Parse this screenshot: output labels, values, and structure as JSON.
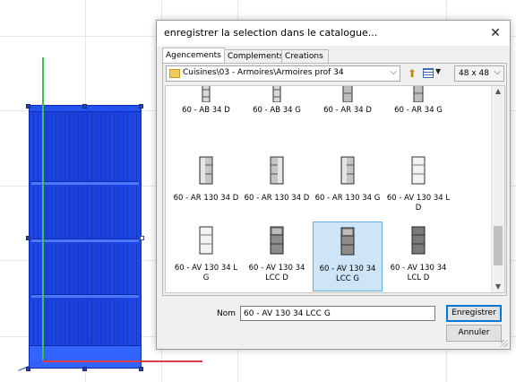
{
  "colors": {
    "cabinet_blue": "#1d47e6",
    "axis_y_green": "#3ec24a",
    "axis_x_red": "#e03a4a",
    "selection_bg": "#cde5f7",
    "selection_border": "#6aaee6"
  },
  "dialog": {
    "title": "enregistrer la selection dans le catalogue...",
    "close_icon": "close-icon",
    "tabs": [
      {
        "label": "Agencements",
        "active": true
      },
      {
        "label": "Complements",
        "active": false
      },
      {
        "label": "Creations",
        "active": false
      }
    ],
    "path": "Cuisines\\03 - Armoires\\Armoires prof 34",
    "thumbnail_size": "48 x  48",
    "items": [
      {
        "label": "60 - AB 34 D",
        "selected": false
      },
      {
        "label": "60 - AB 34 G",
        "selected": false
      },
      {
        "label": "60 - AR 34 D",
        "selected": false
      },
      {
        "label": "60 - AR 34 G",
        "selected": false
      },
      {
        "label": "60 - AR 130 34  D",
        "selected": false
      },
      {
        "label": "60 - AR 130 34 D",
        "selected": false
      },
      {
        "label": "60 - AR 130 34 G",
        "selected": false
      },
      {
        "label": "60 - AV 130 34 L D",
        "selected": false
      },
      {
        "label": "60 - AV 130 34 L G",
        "selected": false
      },
      {
        "label": "60 - AV 130 34 LCC D",
        "selected": false
      },
      {
        "label": "60 - AV 130 34 LCC G",
        "selected": true
      },
      {
        "label": "60 - AV 130 34 LCL D",
        "selected": false
      }
    ],
    "name_label": "Nom",
    "name_value": "60 - AV 130 34 LCC G",
    "save_label": "Enregistrer",
    "cancel_label": "Annuler"
  }
}
